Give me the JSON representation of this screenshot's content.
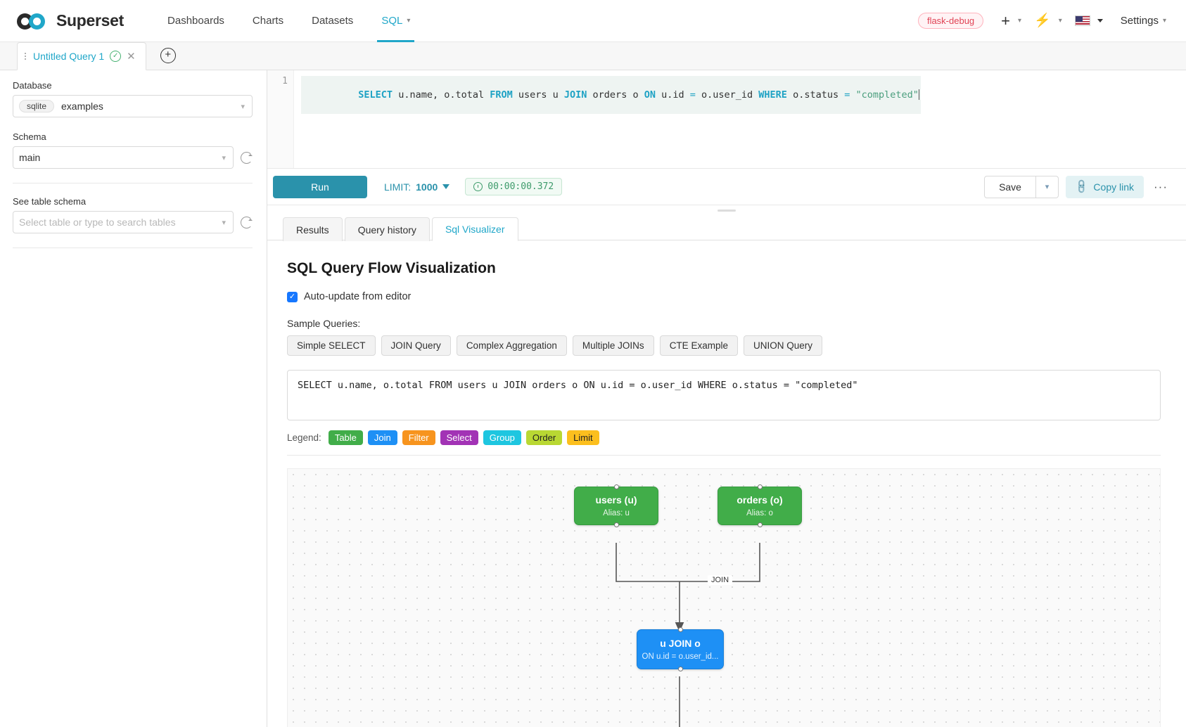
{
  "navbar": {
    "brand": "Superset",
    "links": [
      {
        "label": "Dashboards",
        "active": false,
        "caret": false
      },
      {
        "label": "Charts",
        "active": false,
        "caret": false
      },
      {
        "label": "Datasets",
        "active": false,
        "caret": false
      },
      {
        "label": "SQL",
        "active": true,
        "caret": true
      }
    ],
    "debug_badge": "flask-debug",
    "settings_label": "Settings",
    "icons": [
      "plus-icon",
      "bolt-icon",
      "flag-icon"
    ]
  },
  "query_tabs": {
    "active_tab_label": "Untitled Query 1",
    "add_tab_glyph": "+"
  },
  "left_panel": {
    "database_label": "Database",
    "database_engine": "sqlite",
    "database_value": "examples",
    "schema_label": "Schema",
    "schema_value": "main",
    "table_schema_label": "See table schema",
    "table_placeholder": "Select table or type to search tables"
  },
  "editor": {
    "line_number": "1",
    "tokens": [
      {
        "t": "SELECT",
        "c": "kw"
      },
      {
        "t": " u.name, o.total ",
        "c": "txt"
      },
      {
        "t": "FROM",
        "c": "kw"
      },
      {
        "t": " users u ",
        "c": "txt"
      },
      {
        "t": "JOIN",
        "c": "kw"
      },
      {
        "t": " orders o ",
        "c": "txt"
      },
      {
        "t": "ON",
        "c": "kw"
      },
      {
        "t": " u.id ",
        "c": "txt"
      },
      {
        "t": "=",
        "c": "op"
      },
      {
        "t": " o.user_id ",
        "c": "txt"
      },
      {
        "t": "WHERE",
        "c": "kw"
      },
      {
        "t": " o.status ",
        "c": "txt"
      },
      {
        "t": "=",
        "c": "op"
      },
      {
        "t": " \"completed\"",
        "c": "str"
      }
    ],
    "full_sql": "SELECT u.name, o.total FROM users u JOIN orders o ON u.id = o.user_id WHERE o.status = \"completed\""
  },
  "toolbar": {
    "run_label": "Run",
    "limit_prefix": "LIMIT:",
    "limit_value": "1000",
    "timer": "00:00:00.372",
    "save_label": "Save",
    "copy_link_label": "Copy link",
    "more_label": "···"
  },
  "result_tabs": [
    {
      "label": "Results",
      "active": false
    },
    {
      "label": "Query history",
      "active": false
    },
    {
      "label": "Sql Visualizer",
      "active": true
    }
  ],
  "visualizer": {
    "title": "SQL Query Flow Visualization",
    "autoupdate_label": "Auto-update from editor",
    "autoupdate_checked": true,
    "samples_label": "Sample Queries:",
    "sample_buttons": [
      "Simple SELECT",
      "JOIN Query",
      "Complex Aggregation",
      "Multiple JOINs",
      "CTE Example",
      "UNION Query"
    ],
    "sql_text": "SELECT u.name, o.total FROM users u JOIN orders o ON u.id = o.user_id WHERE o.status = \"completed\"",
    "legend_label": "Legend:",
    "legend": [
      {
        "label": "Table",
        "color": "#41ad49",
        "text_color": "#ffffff"
      },
      {
        "label": "Join",
        "color": "#1e90f5",
        "text_color": "#ffffff"
      },
      {
        "label": "Filter",
        "color": "#f7941e",
        "text_color": "#ffffff"
      },
      {
        "label": "Select",
        "color": "#a233b5",
        "text_color": "#ffffff"
      },
      {
        "label": "Group",
        "color": "#1ec6e0",
        "text_color": "#ffffff"
      },
      {
        "label": "Order",
        "color": "#b9d833",
        "text_color": "#222222"
      },
      {
        "label": "Limit",
        "color": "#fcbf1e",
        "text_color": "#222222"
      }
    ],
    "flow": {
      "nodes": [
        {
          "id": "users",
          "type": "table",
          "title": "users (u)",
          "sub": "Alias: u"
        },
        {
          "id": "orders",
          "type": "table",
          "title": "orders (o)",
          "sub": "Alias: o"
        },
        {
          "id": "join",
          "type": "join",
          "title": "u JOIN o",
          "sub": "ON u.id = o.user_id..."
        }
      ],
      "edges": [
        {
          "from": "users",
          "to": "join",
          "label": ""
        },
        {
          "from": "orders",
          "to": "join",
          "label": "JOIN"
        }
      ]
    }
  }
}
